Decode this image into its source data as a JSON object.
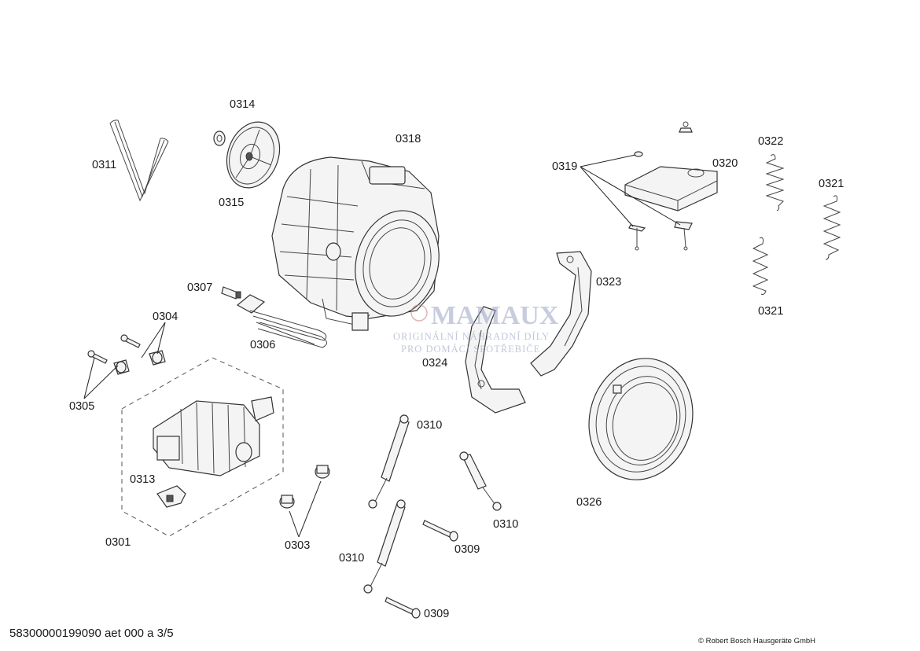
{
  "labels": {
    "p0301": "0301",
    "p0303": "0303",
    "p0304": "0304",
    "p0305": "0305",
    "p0306": "0306",
    "p0307": "0307",
    "p0309a": "0309",
    "p0309b": "0309",
    "p0310a": "0310",
    "p0310b": "0310",
    "p0310c": "0310",
    "p0311": "0311",
    "p0313": "0313",
    "p0314": "0314",
    "p0315": "0315",
    "p0318": "0318",
    "p0319": "0319",
    "p0320": "0320",
    "p0321a": "0321",
    "p0321b": "0321",
    "p0322": "0322",
    "p0323": "0323",
    "p0324": "0324",
    "p0326": "0326"
  },
  "footer": {
    "doc_id": "58300000199090 aet 000 a 3/5",
    "copyright": "© Robert Bosch Hausgeräte GmbH"
  },
  "watermark": {
    "brand": "MAMAUX",
    "line1": "ORIGINÁLNÍ NÁHRADNÍ DÍLY",
    "line2": "PRO DOMÁCÍ SPOTŘEBIČE"
  }
}
